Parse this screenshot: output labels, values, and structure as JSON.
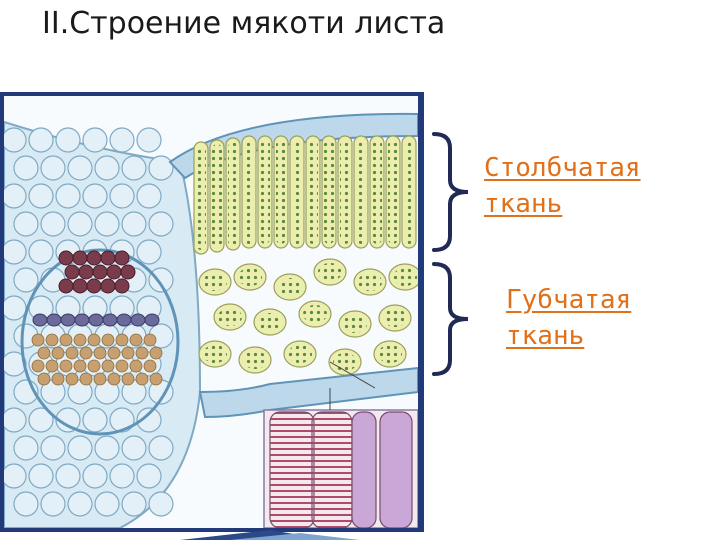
{
  "slide": {
    "title": "II.Строение мякоти листа"
  },
  "labels": {
    "palisade": "Столбчатая\nткань",
    "spongy": "Губчатая\nткань"
  },
  "colors": {
    "label": "#e0701a",
    "brace": "#1f2a55",
    "frame": "#223a7a",
    "palisade_cell": "#eceeb0",
    "chloroplast": "#5b8a3a",
    "epidermis": "#bcd8ea",
    "xylem": "#7a3c4a",
    "phloem": "#6b6a9a",
    "bundle_sheath": "#c8a070"
  },
  "icons": {
    "figure": "leaf-cross-section-illustration",
    "brace": "curly-brace-icon"
  }
}
